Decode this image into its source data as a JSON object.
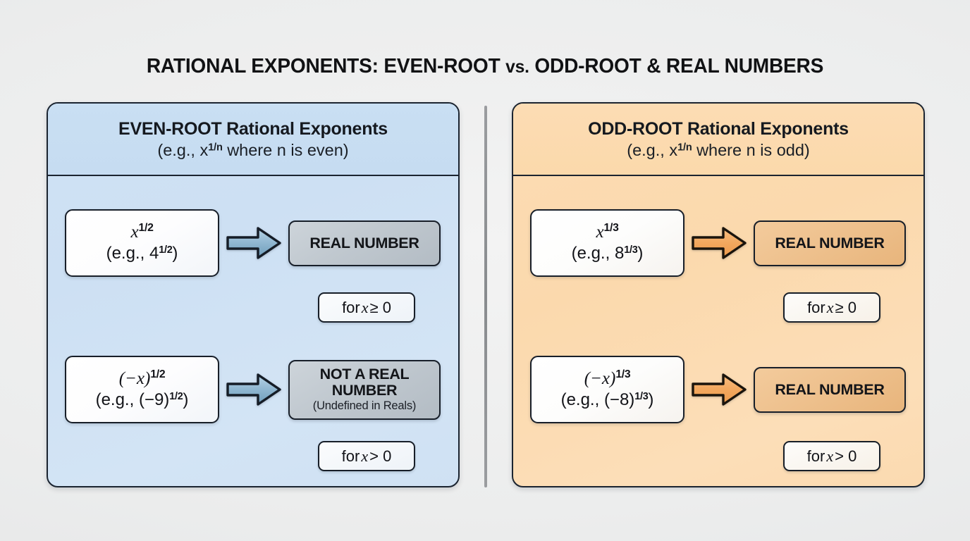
{
  "title": {
    "part1": "RATIONAL EXPONENTS: EVEN-ROOT ",
    "vs": "vs.",
    "part2": " ODD-ROOT & REAL NUMBERS",
    "full": "RATIONAL EXPONENTS: EVEN-ROOT vs. ODD-ROOT & REAL NUMBERS"
  },
  "colors": {
    "page_background": "#ececed",
    "even_panel_fill": "#d0e2f4",
    "even_panel_header": "#c8def2",
    "odd_panel_fill": "#fcdcb4",
    "odd_panel_header": "#fbd9ad",
    "panel_border": "#1b2430",
    "even_arrow": "#7ba7c4",
    "odd_arrow": "#f0a濃",
    "odd_arrow_fill": "#f4a85c",
    "even_result_fill": "#c0c8cf",
    "odd_result_fill": "#eec18e",
    "divider": "#8f9295"
  },
  "panels": [
    {
      "id": "even-root",
      "title": "EVEN-ROOT Rational Exponents",
      "subtitle_pre": "(e.g., x",
      "subtitle_sup": "1/n",
      "subtitle_post": " where n is even)",
      "subtitle_full": "(e.g., x^1/n where n is even)",
      "rows": [
        {
          "expr_base": "x",
          "expr_sup": "1/2",
          "expr_full": "x^1/2",
          "example_pre": "(e.g., 4",
          "example_sup": "1/2",
          "example_post": ")",
          "example_full": "(e.g., 4^1/2)",
          "arrow": "right-arrow-icon",
          "result": "REAL NUMBER",
          "result_note": "",
          "condition_pre": "for ",
          "condition_var": "x",
          "condition_post": " ≥ 0",
          "condition_full": "for x ≥ 0"
        },
        {
          "expr_base": "(−x)",
          "expr_sup": "1/2",
          "expr_full": "(−x)^1/2",
          "example_pre": "(e.g., (−9)",
          "example_sup": "1/2",
          "example_post": ")",
          "example_full": "(e.g., (−9)^1/2)",
          "arrow": "right-arrow-icon",
          "result": "NOT A REAL NUMBER",
          "result_note": "(Undefined in Reals)",
          "condition_pre": "for ",
          "condition_var": "x",
          "condition_post": " > 0",
          "condition_full": "for x > 0"
        }
      ]
    },
    {
      "id": "odd-root",
      "title": "ODD-ROOT Rational Exponents",
      "subtitle_pre": "(e.g., x",
      "subtitle_sup": "1/n",
      "subtitle_post": " where n is odd)",
      "subtitle_full": "(e.g., x^1/n where n is odd)",
      "rows": [
        {
          "expr_base": "x",
          "expr_sup": "1/3",
          "expr_full": "x^1/3",
          "example_pre": "(e.g., 8",
          "example_sup": "1/3",
          "example_post": ")",
          "example_full": "(e.g., 8^1/3)",
          "arrow": "right-arrow-icon",
          "result": "REAL NUMBER",
          "result_note": "",
          "condition_pre": "for ",
          "condition_var": "x",
          "condition_post": " ≥ 0",
          "condition_full": "for x ≥ 0"
        },
        {
          "expr_base": "(−x)",
          "expr_sup": "1/3",
          "expr_full": "(−x)^1/3",
          "example_pre": "(e.g., (−8)",
          "example_sup": "1/3",
          "example_post": ")",
          "example_full": "(e.g., (−8)^1/3)",
          "arrow": "right-arrow-icon",
          "result": "REAL NUMBER",
          "result_note": "",
          "condition_pre": "for ",
          "condition_var": "x",
          "condition_post": " > 0",
          "condition_full": "for x > 0"
        }
      ]
    }
  ]
}
